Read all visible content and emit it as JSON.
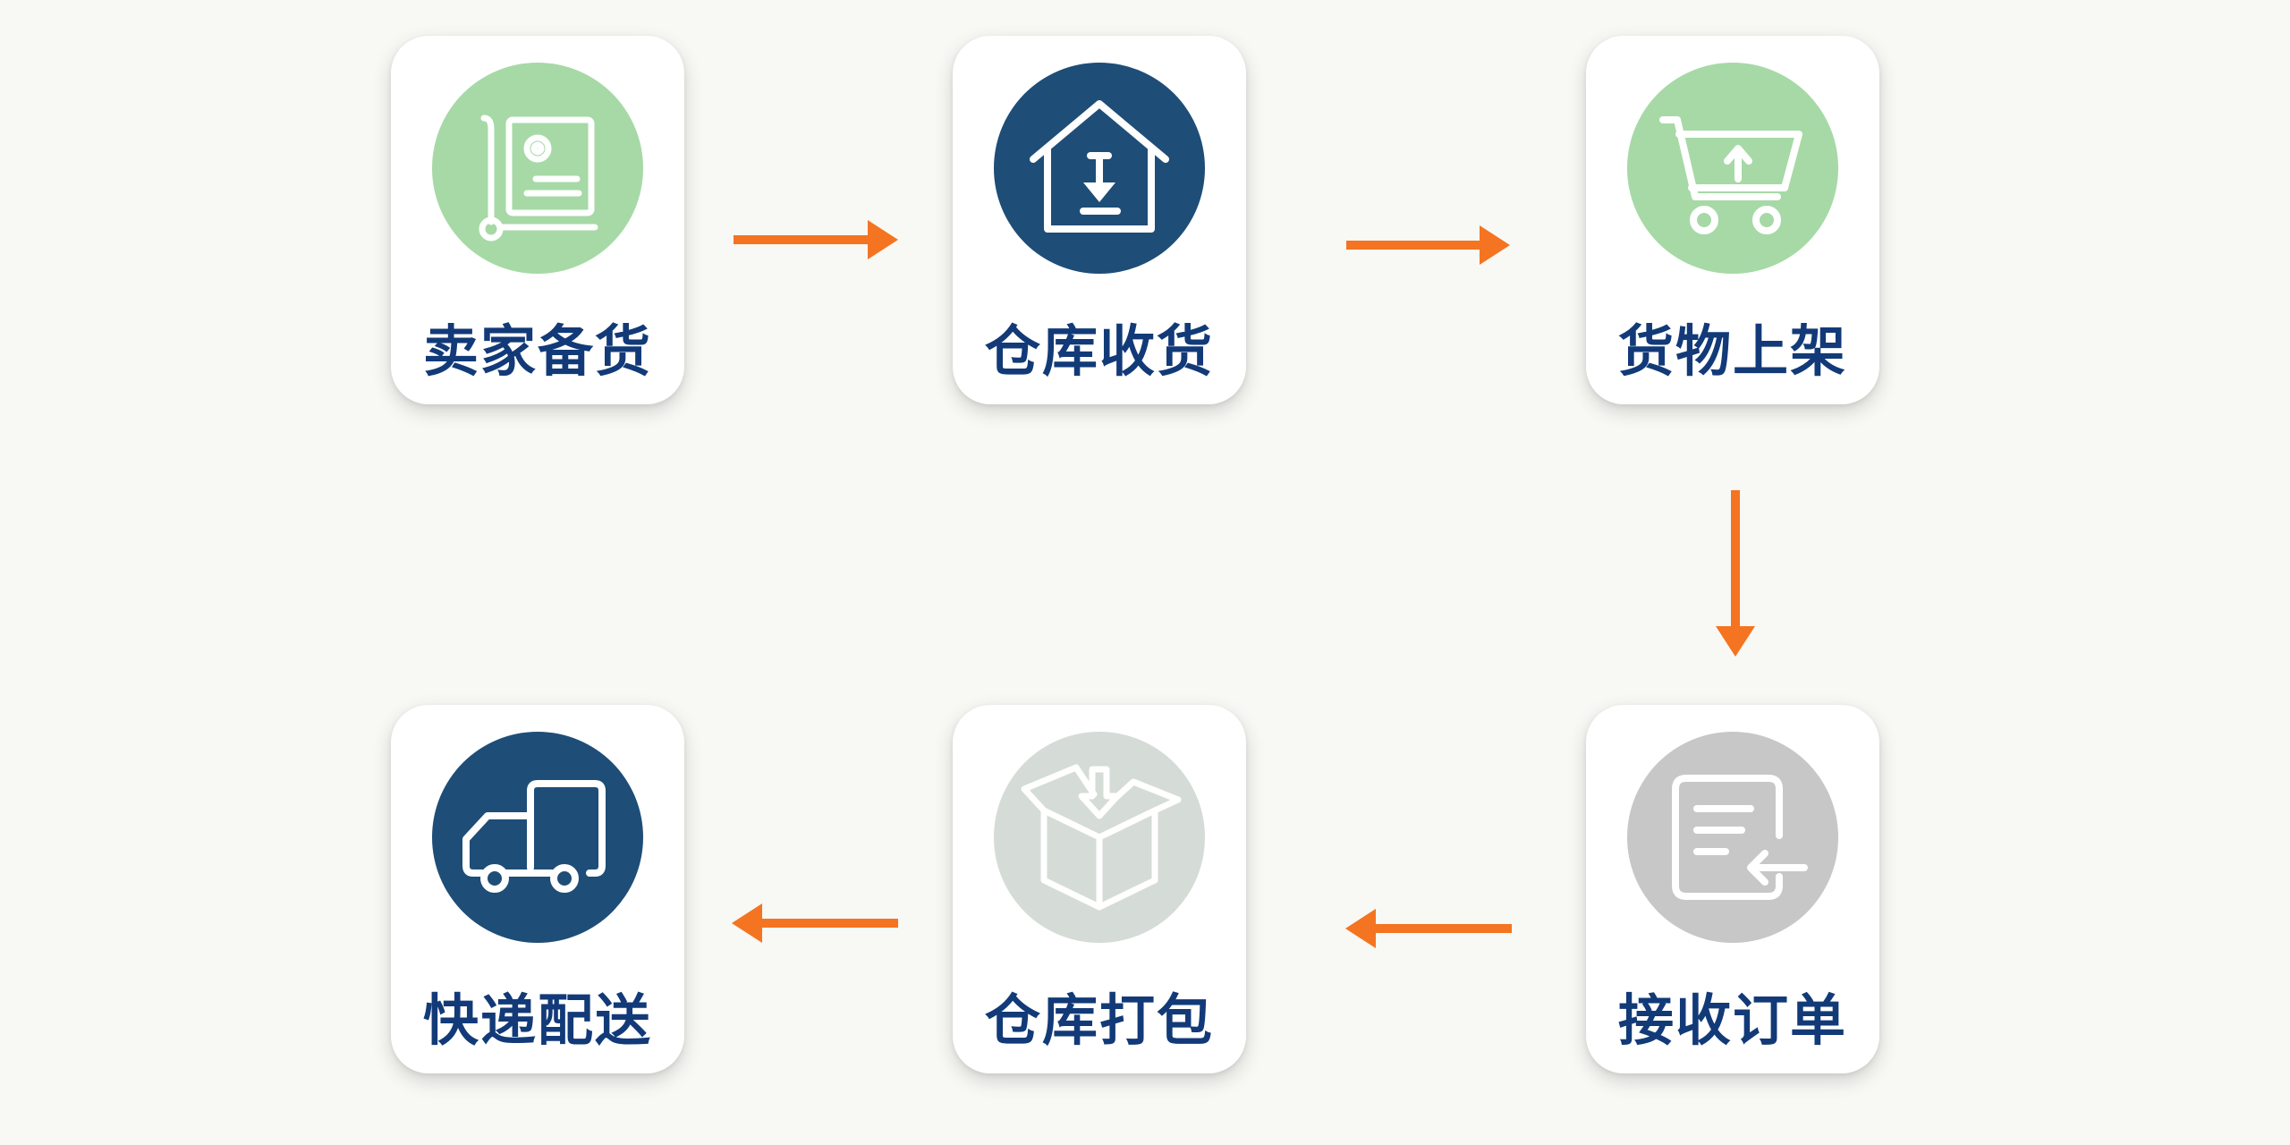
{
  "colors": {
    "green": "#a6d9a6",
    "navy": "#1e4d77",
    "light_gray": "#d5dbd7",
    "gray": "#c7c7c7",
    "arrow": "#f47421",
    "label": "#123a78"
  },
  "steps": [
    {
      "label": "卖家备货",
      "icon": "hand-truck-icon",
      "circle_color": "green"
    },
    {
      "label": "仓库收货",
      "icon": "warehouse-inbound-icon",
      "circle_color": "navy"
    },
    {
      "label": "货物上架",
      "icon": "cart-upload-icon",
      "circle_color": "green"
    },
    {
      "label": "接收订单",
      "icon": "order-receive-icon",
      "circle_color": "gray"
    },
    {
      "label": "仓库打包",
      "icon": "box-packing-icon",
      "circle_color": "light_gray"
    },
    {
      "label": "快递配送",
      "icon": "delivery-truck-icon",
      "circle_color": "navy"
    }
  ]
}
